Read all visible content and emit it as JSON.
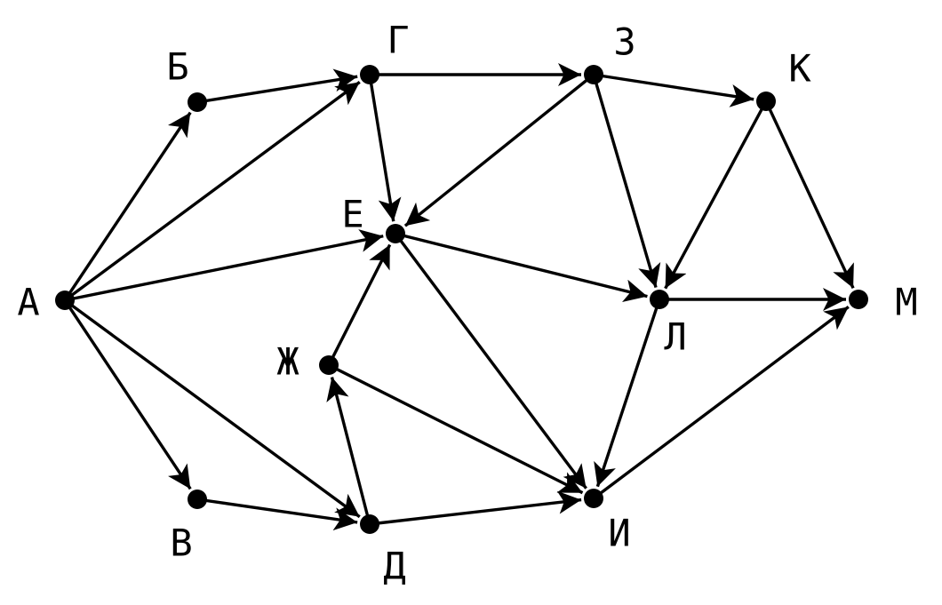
{
  "colors": {
    "background": "#ffffff",
    "ink": "#000000"
  },
  "graph": {
    "nodes": [
      {
        "id": "A",
        "label": "А"
      },
      {
        "id": "B",
        "label": "Б"
      },
      {
        "id": "V",
        "label": "В"
      },
      {
        "id": "G",
        "label": "Г"
      },
      {
        "id": "D",
        "label": "Д"
      },
      {
        "id": "E",
        "label": "Е"
      },
      {
        "id": "Zh",
        "label": "Ж"
      },
      {
        "id": "Z",
        "label": "З"
      },
      {
        "id": "I",
        "label": "И"
      },
      {
        "id": "K",
        "label": "К"
      },
      {
        "id": "L",
        "label": "Л"
      },
      {
        "id": "M",
        "label": "М"
      }
    ],
    "edges": [
      {
        "from": "A",
        "to": "B"
      },
      {
        "from": "A",
        "to": "G"
      },
      {
        "from": "A",
        "to": "E"
      },
      {
        "from": "A",
        "to": "V"
      },
      {
        "from": "A",
        "to": "D"
      },
      {
        "from": "B",
        "to": "G"
      },
      {
        "from": "G",
        "to": "Z"
      },
      {
        "from": "G",
        "to": "E"
      },
      {
        "from": "Z",
        "to": "K"
      },
      {
        "from": "Z",
        "to": "E"
      },
      {
        "from": "Z",
        "to": "L"
      },
      {
        "from": "K",
        "to": "L"
      },
      {
        "from": "K",
        "to": "M"
      },
      {
        "from": "E",
        "to": "L"
      },
      {
        "from": "E",
        "to": "I"
      },
      {
        "from": "L",
        "to": "M"
      },
      {
        "from": "L",
        "to": "I"
      },
      {
        "from": "Zh",
        "to": "E"
      },
      {
        "from": "Zh",
        "to": "I"
      },
      {
        "from": "D",
        "to": "Zh"
      },
      {
        "from": "D",
        "to": "I"
      },
      {
        "from": "V",
        "to": "D"
      },
      {
        "from": "I",
        "to": "M"
      }
    ]
  }
}
